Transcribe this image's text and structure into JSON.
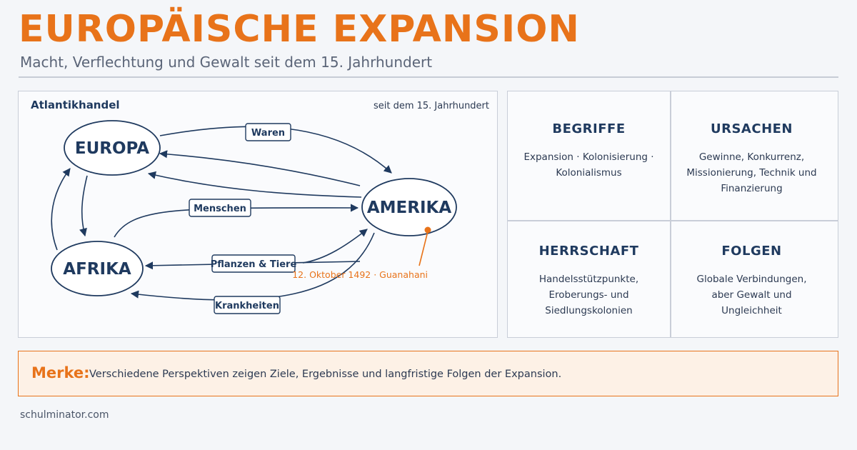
{
  "header": {
    "title": "EUROPÄISCHE EXPANSION",
    "subtitle": "Macht, Verflechtung und Gewalt seit dem 15. Jahrhundert"
  },
  "diagram": {
    "heading": "Atlantikhandel",
    "period": "seit dem 15. Jahrhundert",
    "nodes": {
      "europa": "EUROPA",
      "amerika": "AMERIKA",
      "afrika": "AFRIKA"
    },
    "flows": {
      "waren": "Waren",
      "menschen": "Menschen",
      "pflanzen": "Pflanzen & Tiere",
      "krankheiten": "Krankheiten"
    },
    "event": "12. Oktober 1492 · Guanahani"
  },
  "grid": {
    "begriffe": {
      "title": "BEGRIFFE",
      "line1": "Expansion · Kolonisierung ·",
      "line2": "Kolonialismus"
    },
    "ursachen": {
      "title": "URSACHEN",
      "line1": "Gewinne, Konkurrenz,",
      "line2": "Missionierung, Technik und",
      "line3": "Finanzierung"
    },
    "herrschaft": {
      "title": "HERRSCHAFT",
      "line1": "Handelsstützpunkte,",
      "line2": "Eroberungs- und",
      "line3": "Siedlungskolonien"
    },
    "folgen": {
      "title": "FOLGEN",
      "line1": "Globale Verbindungen,",
      "line2": "aber Gewalt und",
      "line3": "Ungleichheit"
    }
  },
  "merke": {
    "label": "Merke:",
    "text": "Verschiedene Perspektiven zeigen Ziele, Ergebnisse und langfristige Folgen der Expansion."
  },
  "footer": {
    "site": "schulminator.com"
  },
  "colors": {
    "accent": "#e8731a",
    "navy": "#1f3a5f",
    "background": "#f4f6f9"
  }
}
